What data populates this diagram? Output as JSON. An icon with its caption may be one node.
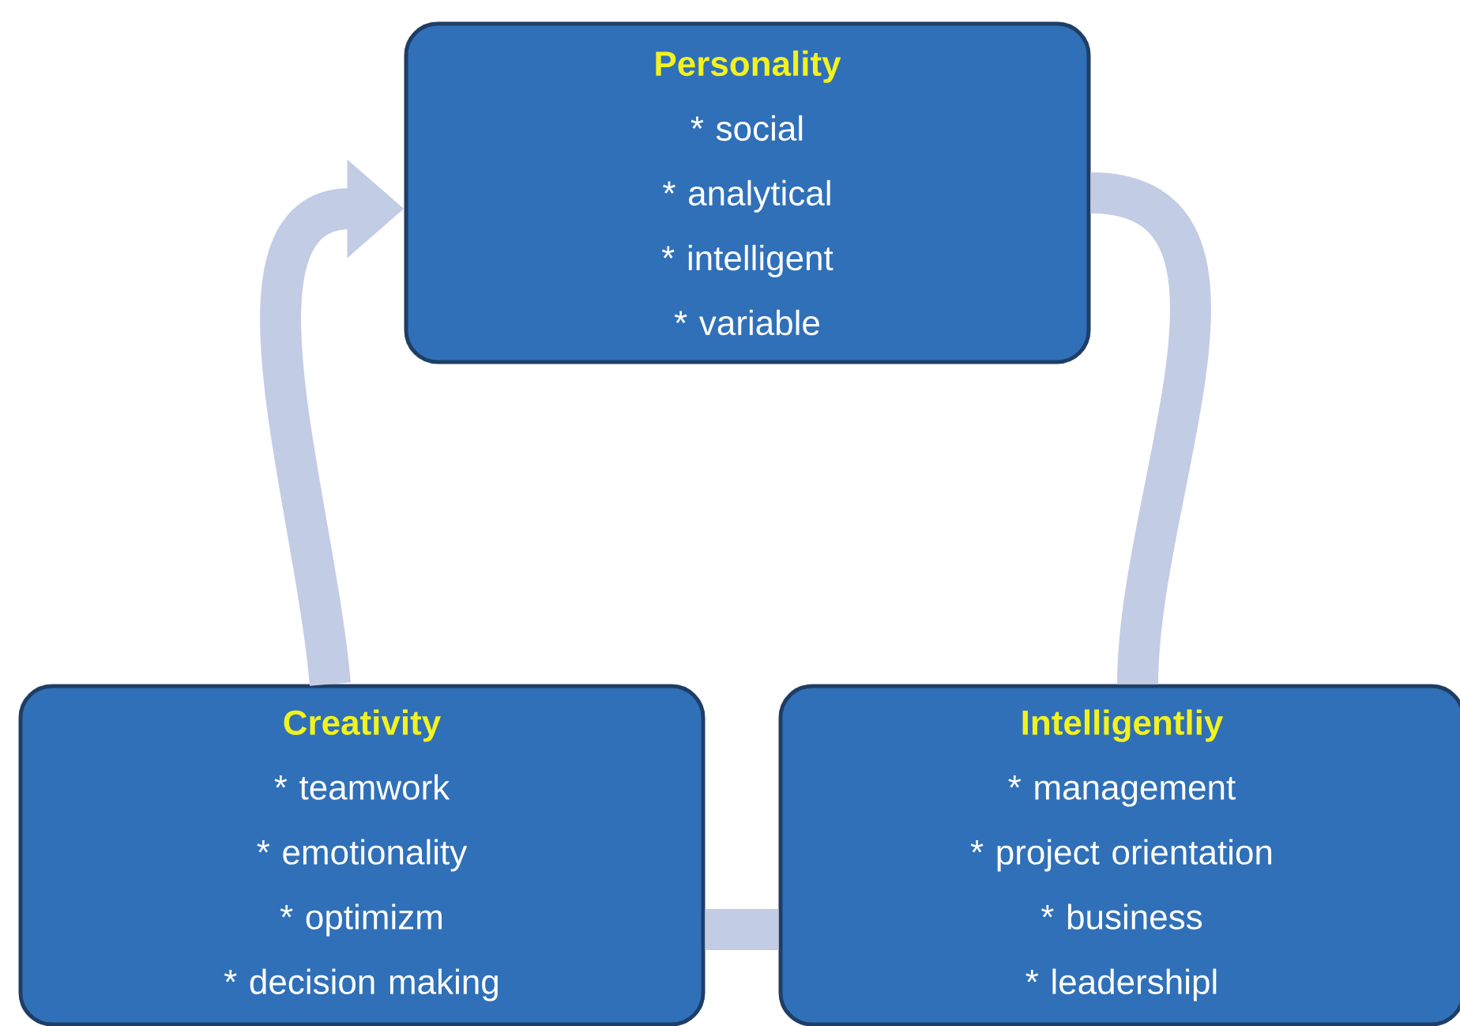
{
  "diagram": {
    "nodes": [
      {
        "text": [
          "Personality",
          "* social",
          "* analytical",
          "* intelligent",
          "* variable"
        ]
      },
      {
        "text": [
          "Creativity",
          "* teamwork",
          "* emotionality",
          "* optimizm",
          "* decision making"
        ]
      },
      {
        "text": [
          "Intelligentliy",
          "* management",
          "* project orientation",
          "* business",
          "* leadershipl"
        ]
      }
    ],
    "edges": [
      {
        "from": 0,
        "to": 2,
        "arrow": "none"
      },
      {
        "from": 2,
        "to": 1,
        "arrow": "none"
      },
      {
        "from": 1,
        "to": 0,
        "arrow": "to"
      }
    ]
  }
}
